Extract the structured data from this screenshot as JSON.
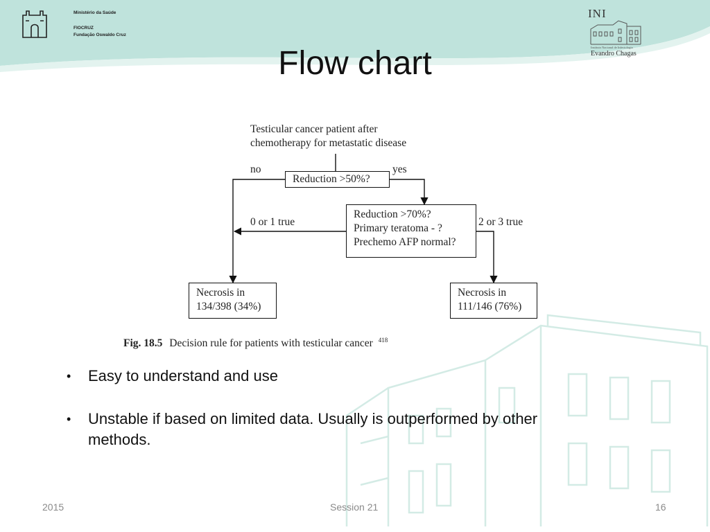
{
  "header": {
    "left_logo": {
      "line1": "Ministério da Saúde",
      "line2": "FIOCRUZ",
      "line3": "Fundação Oswaldo Cruz"
    },
    "right_logo": {
      "title": "INI",
      "subtitle": "Instituto Nacional de Infectologia",
      "name": "Evandro Chagas"
    },
    "colors": {
      "band": "#bfe3dc",
      "band_light": "#d9efea"
    }
  },
  "slide": {
    "title": "Flow chart"
  },
  "flowchart": {
    "start_text": [
      "Testicular cancer patient after",
      "chemotherapy for metastatic disease"
    ],
    "decision1": "Reduction >50%?",
    "no_label": "no",
    "yes_label": "yes",
    "decision2": [
      "Reduction >70%?",
      "Primary teratoma - ?",
      "Prechemo AFP normal?"
    ],
    "left_branch_label": "0 or 1 true",
    "right_branch_label": "2 or 3 true",
    "outcome_left": [
      "Necrosis in",
      "134/398 (34%)"
    ],
    "outcome_right": [
      "Necrosis in",
      "111/146 (76%)"
    ],
    "caption_label": "Fig. 18.5",
    "caption_text": "Decision rule for patients with testicular cancer",
    "caption_ref": "418"
  },
  "bullets": [
    [
      "Easy to understand and use"
    ],
    [
      "Unstable if based on limited data. Usually is outperformed by other",
      "methods."
    ]
  ],
  "bullet_symbol": "•",
  "footer": {
    "year": "2015",
    "session": "Session 21",
    "page": "16"
  }
}
